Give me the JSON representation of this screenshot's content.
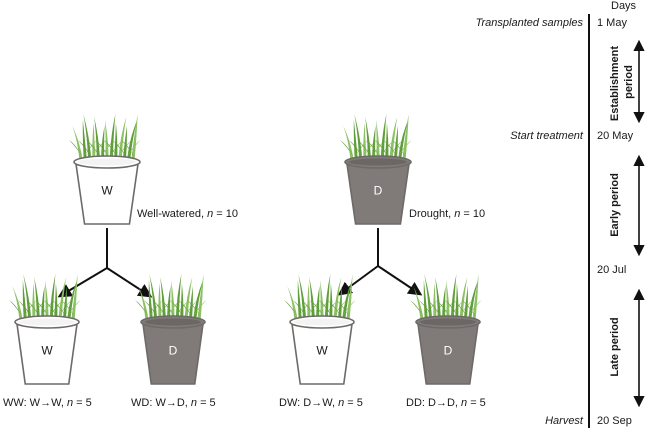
{
  "timeline": {
    "header": "Days",
    "events": [
      {
        "label": "Transplanted samples",
        "date": "1  May"
      },
      {
        "label": "Start treatment",
        "date": "20  May"
      },
      {
        "label": "",
        "date": "20  Jul"
      },
      {
        "label": "Harvest",
        "date": "20  Sep"
      }
    ],
    "periods": [
      "Establishment period",
      "Early period",
      "Late period"
    ]
  },
  "parents": [
    {
      "letter": "W",
      "desc": "Well-watered, ",
      "n": "n",
      "count": " = 10",
      "pot_color": "#ffffff"
    },
    {
      "letter": "D",
      "desc": "Drought, ",
      "n": "n",
      "count": " = 10",
      "pot_color": "#807a78"
    }
  ],
  "children": [
    {
      "letter": "W",
      "code": "WW: W",
      "arrow": "→",
      "to": "W, ",
      "n": "n",
      "count": " = 5",
      "pot_color": "#ffffff"
    },
    {
      "letter": "D",
      "code": "WD: W",
      "arrow": "→",
      "to": "D, ",
      "n": "n",
      "count": " = 5",
      "pot_color": "#807a78"
    },
    {
      "letter": "W",
      "code": "DW: D",
      "arrow": "→",
      "to": "W, ",
      "n": "n",
      "count": " = 5",
      "pot_color": "#ffffff"
    },
    {
      "letter": "D",
      "code": "DD: D",
      "arrow": "→",
      "to": "D, ",
      "n": "n",
      "count": " = 5",
      "pot_color": "#807a78"
    }
  ],
  "colors": {
    "grass": "#5f9e3a",
    "grass_light": "#8cc063",
    "pot_stroke": "#6e6a68",
    "line": "#111111"
  }
}
